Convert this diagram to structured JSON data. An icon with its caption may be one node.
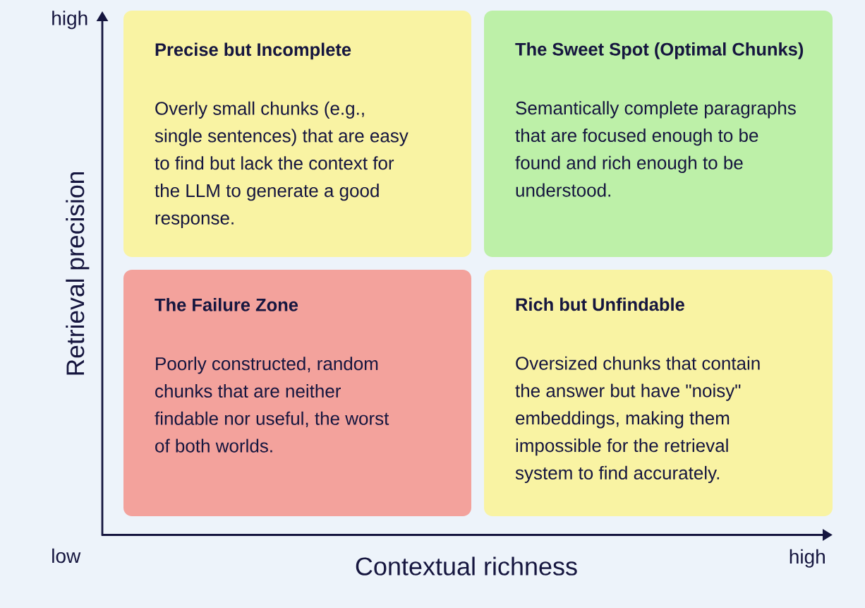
{
  "diagram": {
    "nodes": [
      {
        "text": [
          "Precise but Incomplete",
          "Overly small chunks (e.g., single sentences) that are easy to find but lack the context for the LLM to generate a good response."
        ]
      },
      {
        "text": [
          "The Sweet Spot (Optimal Chunks)",
          "Semantically complete paragraphs that are focused enough to be found and rich enough to be understood."
        ]
      },
      {
        "text": [
          "The Failure Zone",
          "Poorly constructed, random chunks that are neither findable nor useful, the worst of both worlds."
        ]
      },
      {
        "text": [
          "Rich but Unfindable",
          "Oversized chunks that contain the answer but have \"noisy\" embeddings, making them impossible for the retrieval system to find accurately."
        ]
      }
    ],
    "labels": [
      "high",
      "Retrieval precision",
      "low",
      "Contextual richness",
      "high"
    ]
  }
}
